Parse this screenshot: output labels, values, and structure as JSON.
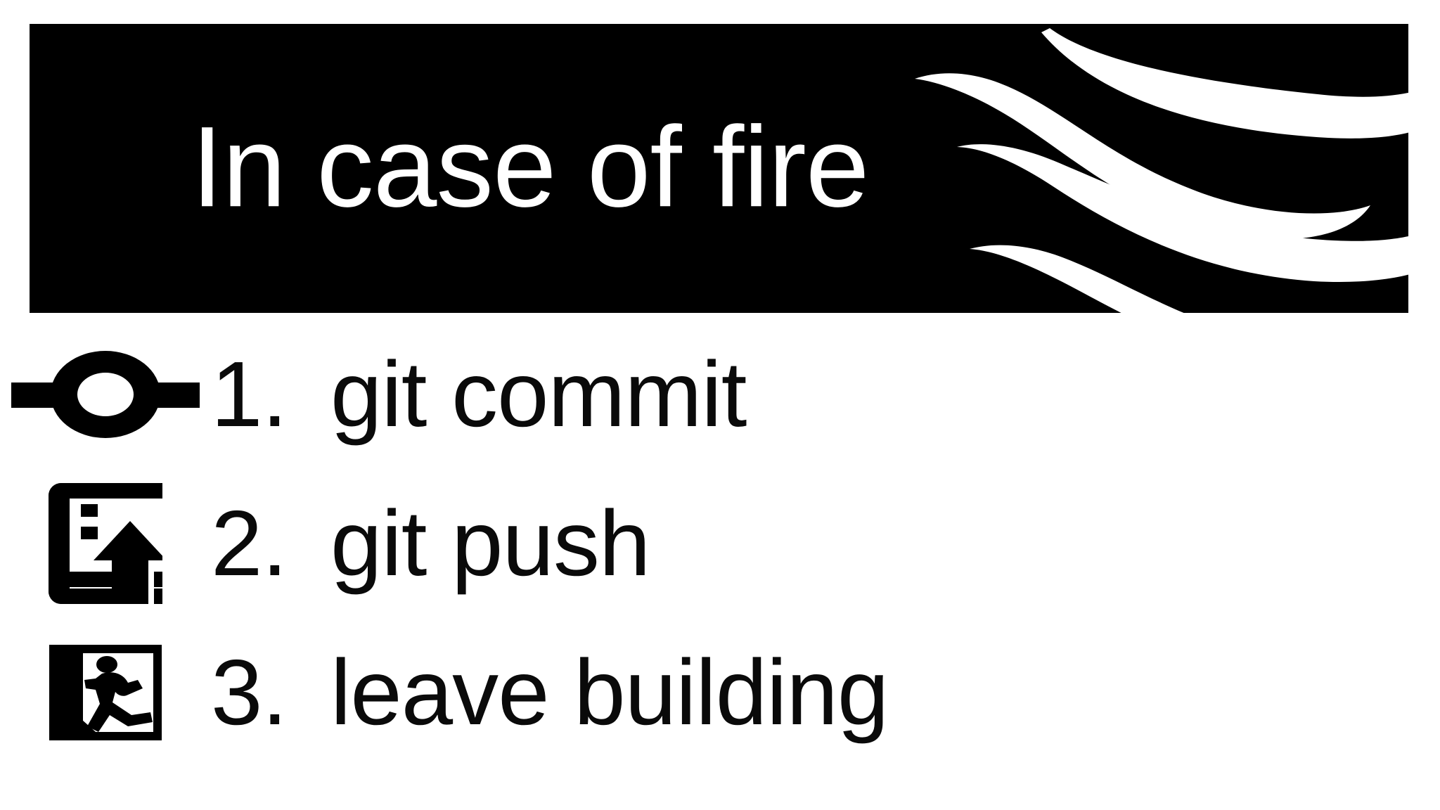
{
  "sign": {
    "background_color": "#ffffff",
    "banner_color": "#000000",
    "text_color_on_banner": "#ffffff",
    "text_color_on_white": "#0a0a0a"
  },
  "banner": {
    "title": "In case of fire",
    "flame_icon_name": "fire-flame-icon",
    "flame_stroke_count": 4
  },
  "steps": [
    {
      "number": "1.",
      "label": "git commit",
      "icon_name": "git-commit-icon"
    },
    {
      "number": "2.",
      "label": "git push",
      "icon_name": "push-upload-arrow-icon"
    },
    {
      "number": "3.",
      "label": "leave building",
      "icon_name": "fire-exit-running-person-icon"
    }
  ]
}
